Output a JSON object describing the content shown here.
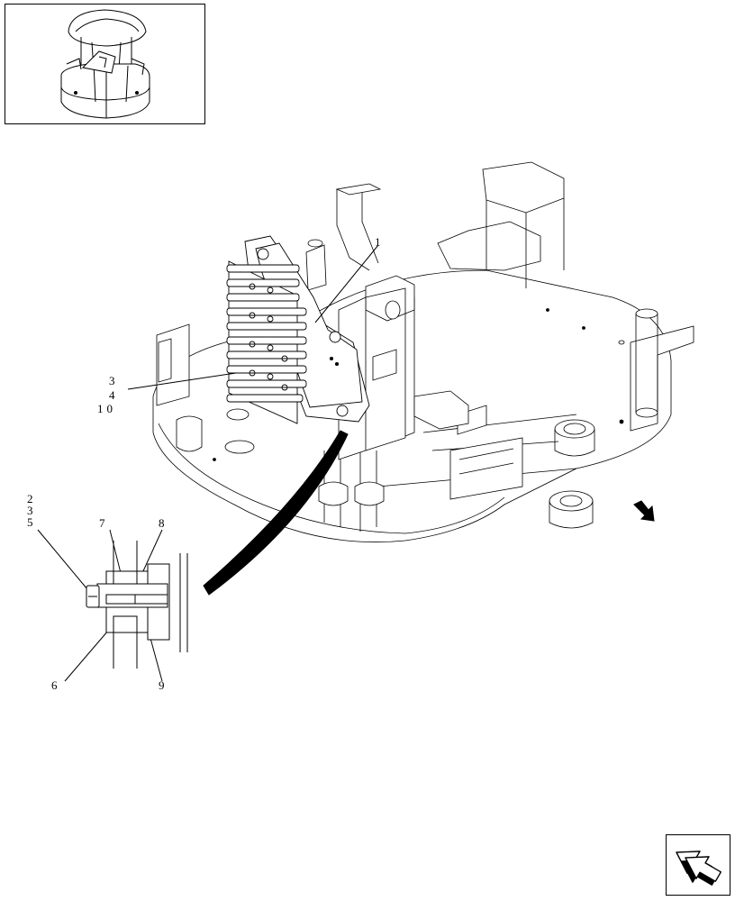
{
  "callouts": {
    "main_item": "1",
    "valve_group": [
      "3",
      "4",
      "10"
    ],
    "bolt_group": [
      "2",
      "3",
      "5"
    ],
    "washer_top": "7",
    "plate_top": "8",
    "washer_bottom": "6",
    "plate_bottom": "9"
  },
  "icons": {
    "thumbnail": "machine-overview-icon",
    "direction": "front-direction-arrow-icon",
    "navigation": "page-nav-arrow-icon"
  },
  "colors": {
    "line": "#000000",
    "background": "#ffffff"
  }
}
